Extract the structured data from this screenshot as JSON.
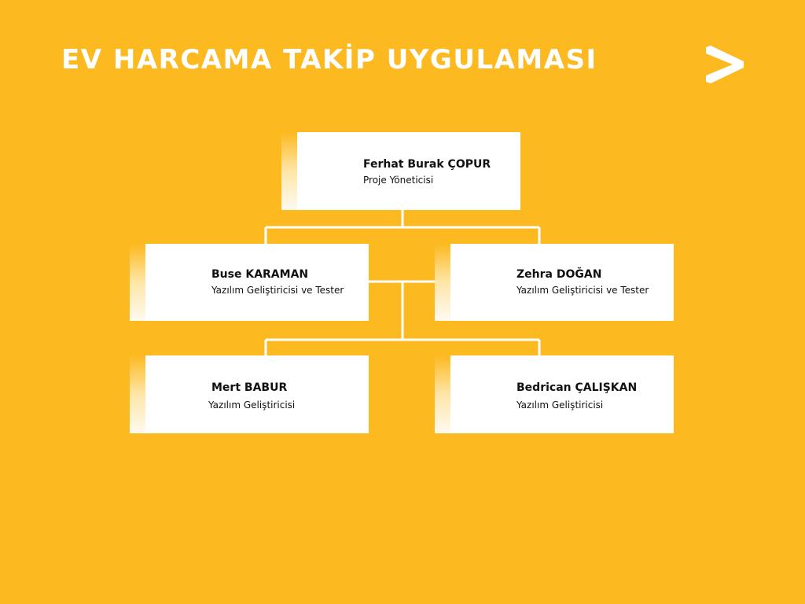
{
  "slide": {
    "title": "EV HARCAMA TAKİP UYGULAMASI"
  },
  "logo": {
    "icon": "chevron-logo-icon",
    "color": "#ffffff"
  },
  "colors": {
    "background": "#fdb920",
    "card": "#ffffff",
    "connector": "#ffffff",
    "accent": "#fdb920"
  },
  "org_chart": {
    "leader": {
      "name": "Ferhat Burak ÇOPUR",
      "role": "Proje Yöneticisi"
    },
    "members": [
      {
        "name": "Buse KARAMAN",
        "role": "Yazılım Geliştiricisi ve Tester"
      },
      {
        "name": "Zehra DOĞAN",
        "role": "Yazılım Geliştiricisi ve Tester"
      },
      {
        "name": "Mert BABUR",
        "role": "Yazılım Geliştiricisi"
      },
      {
        "name": "Bedrican ÇALIŞKAN",
        "role": "Yazılım Geliştiricisi"
      }
    ]
  }
}
